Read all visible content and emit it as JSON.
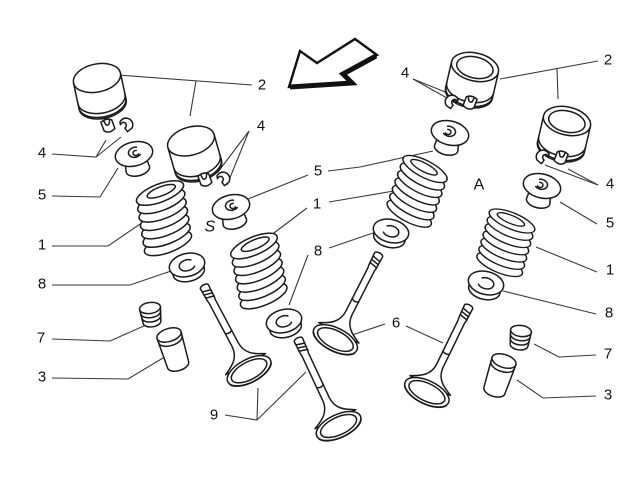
{
  "figure": {
    "kind": "exploded parts diagram",
    "subject": "engine valve train components (tappets, collets, retainers, springs, seats, seals, guides, valves)"
  },
  "colors": {
    "bg": "#ffffff",
    "line": "#1b1b1b",
    "leader": "#3a3a3a",
    "text": "#111111"
  },
  "callouts": [
    {
      "label": "4"
    },
    {
      "label": "5"
    },
    {
      "label": "1"
    },
    {
      "label": "8"
    },
    {
      "label": "7"
    },
    {
      "label": "3"
    },
    {
      "label": "2"
    },
    {
      "label": "4"
    },
    {
      "label": "5"
    },
    {
      "label": "1"
    },
    {
      "label": "8"
    },
    {
      "label": "9"
    },
    {
      "label": "6"
    },
    {
      "label": "S"
    },
    {
      "label": "A"
    },
    {
      "label": "4"
    },
    {
      "label": "2"
    },
    {
      "label": "4"
    },
    {
      "label": "5"
    },
    {
      "label": "1"
    },
    {
      "label": "8"
    },
    {
      "label": "7"
    },
    {
      "label": "3"
    }
  ]
}
